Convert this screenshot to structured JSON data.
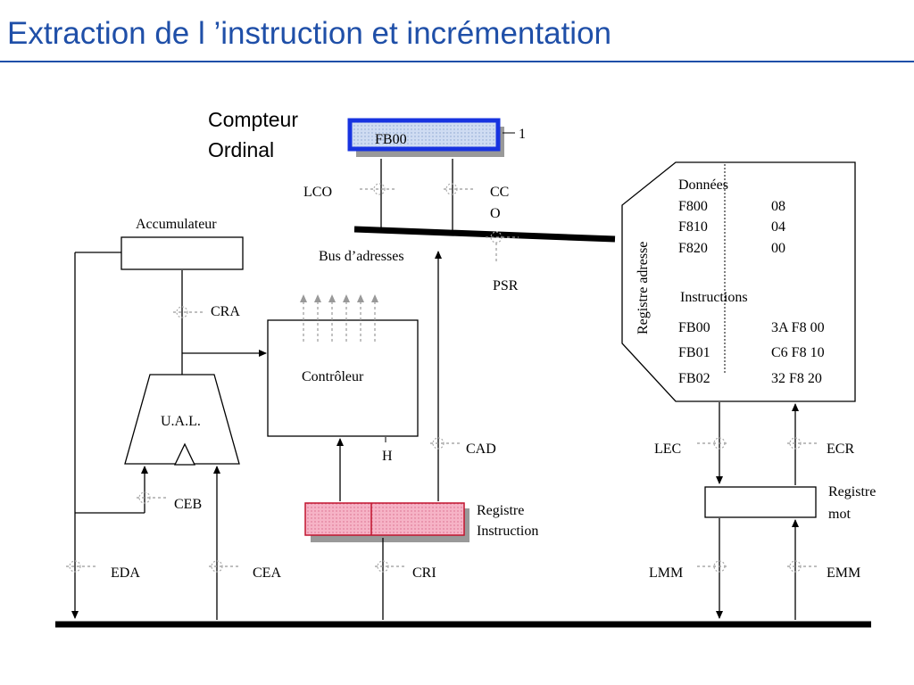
{
  "title": "Extraction de l ’instruction et incrémentation",
  "co": {
    "label1": "Compteur",
    "label2": "Ordinal",
    "value": "FB00",
    "increment": "1"
  },
  "controls": {
    "lco": "LCO",
    "cco_1": "CC",
    "cco_2": "O",
    "psr": "PSR",
    "cra": "CRA",
    "cad": "CAD",
    "ceb": "CEB",
    "eda": "EDA",
    "cea": "CEA",
    "cri": "CRI",
    "lec": "LEC",
    "ecr": "ECR",
    "lmm": "LMM",
    "emm": "EMM",
    "h": "H"
  },
  "labels": {
    "accumulateur": "Accumulateur",
    "bus_adresses": "Bus d’adresses",
    "controleur": "Contrôleur",
    "ual": "U.A.L.",
    "ri_1": "Registre",
    "ri_2": "Instruction",
    "rm_1": "Registre",
    "rm_2": "mot",
    "registre_adresse": "Registre adresse"
  },
  "memory": {
    "donnees_header": "Données",
    "donnees": [
      {
        "addr": "F800",
        "val": "08"
      },
      {
        "addr": "F810",
        "val": "04"
      },
      {
        "addr": "F820",
        "val": "00"
      }
    ],
    "instructions_header": "Instructions",
    "instructions": [
      {
        "addr": "FB00",
        "val": "3A F8 00"
      },
      {
        "addr": "FB01",
        "val": "C6 F8 10"
      },
      {
        "addr": "FB02",
        "val": "32 F8 20"
      }
    ]
  },
  "colors": {
    "title": "#1f4fa8",
    "co_border": "#1733e0",
    "co_fill": "#c7d9f2",
    "ri_fill": "#f4a7bd",
    "ri_border": "#c0142e"
  }
}
